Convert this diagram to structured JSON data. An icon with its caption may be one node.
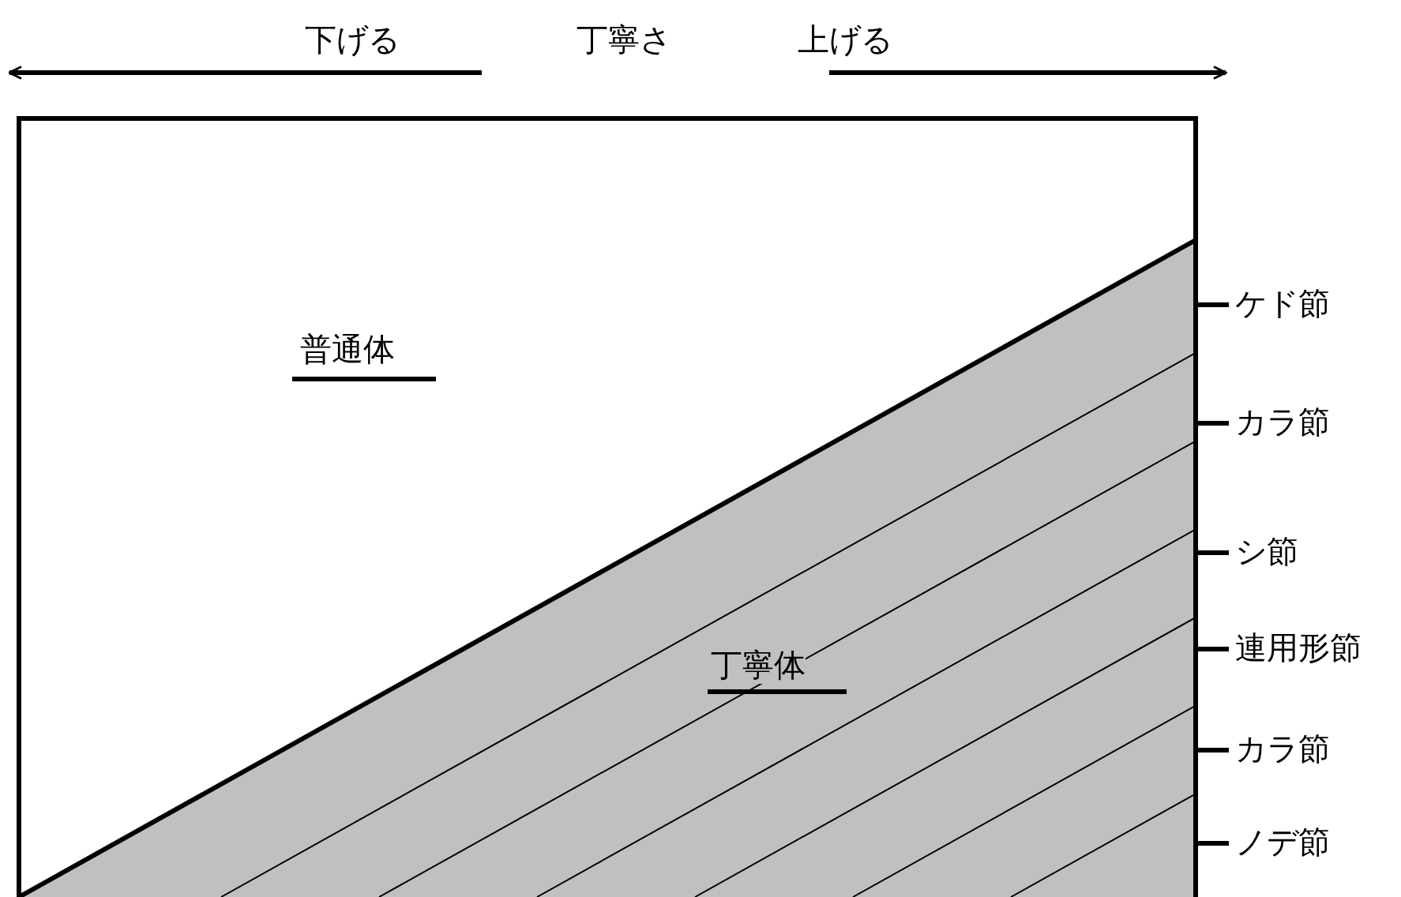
{
  "diagram": {
    "labels": [
      "下げる",
      "丁寧さ",
      "上げる",
      "普通体",
      "丁寧体",
      "ケド節",
      "カラ節",
      "シ節",
      "連用形節",
      "カラ節",
      "ノデ節"
    ]
  }
}
